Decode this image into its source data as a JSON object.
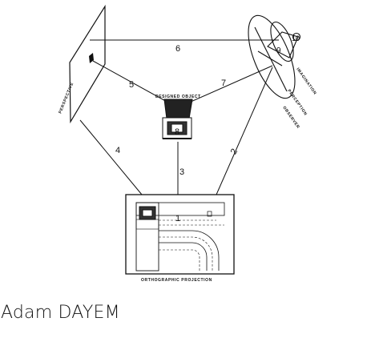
{
  "diagram": {
    "numbers": [
      "1",
      "2",
      "3",
      "4",
      "5",
      "6",
      "7",
      "8",
      "9",
      "10"
    ],
    "labels": {
      "perspective": "PERSPECTIVE",
      "designed_object": "DESIGNED OBJECT",
      "imagination": "IMAGINATION",
      "perception": "PERCEPTION",
      "observer": "OBSERVER",
      "orthographic_projection": "ORTHOGRAPHIC PROJECTION"
    }
  },
  "author": "Adam DAYEM"
}
